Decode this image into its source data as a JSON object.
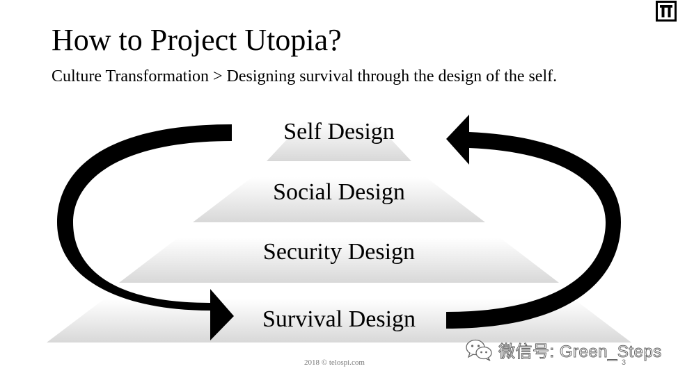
{
  "slide": {
    "title": "How to Project Utopia?",
    "subtitle": "Culture Transformation > Designing survival through the design of the self.",
    "footer": "2018 © telospi.com",
    "page_number": "3",
    "logo_icon": "telos-logo-icon"
  },
  "pyramid": {
    "layers": [
      {
        "label": "Self Design"
      },
      {
        "label": "Social Design"
      },
      {
        "label": "Security Design"
      },
      {
        "label": "Survival Design"
      }
    ],
    "cycle": {
      "left_arrow": "arc-arrow-down-icon",
      "right_arrow": "arc-arrow-up-icon"
    }
  },
  "watermark": {
    "text": "微信号: Green_Steps",
    "icon": "wechat-icon"
  }
}
